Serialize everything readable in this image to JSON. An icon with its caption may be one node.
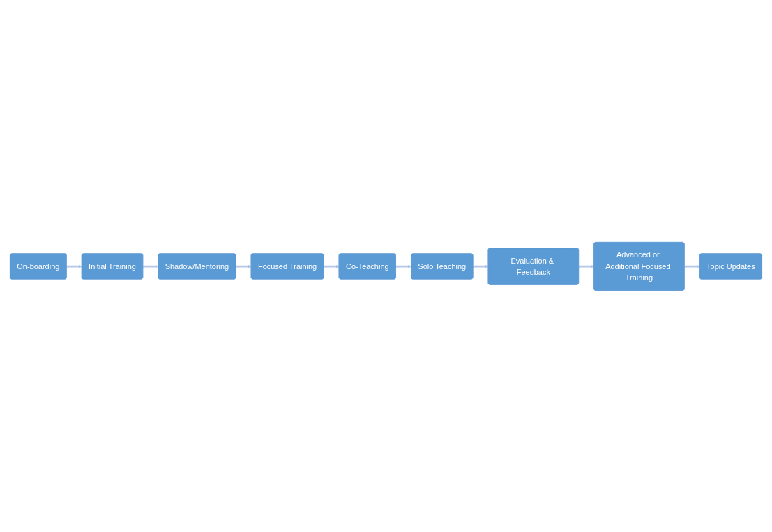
{
  "diagram": {
    "nodes": [
      {
        "text": [
          "On-boarding"
        ]
      },
      {
        "text": [
          "Initial Training"
        ]
      },
      {
        "text": [
          "Shadow/Mentoring"
        ]
      },
      {
        "text": [
          "Focused Training"
        ]
      },
      {
        "text": [
          "Co-Teaching"
        ]
      },
      {
        "text": [
          "Solo Teaching"
        ]
      },
      {
        "text": [
          "Evaluation & Feedback"
        ]
      },
      {
        "text": [
          "Advanced or Additional Focused Training"
        ]
      },
      {
        "text": [
          "Topic Updates"
        ]
      }
    ],
    "edges": [
      {
        "from": 0,
        "to": 1,
        "arrow": "to"
      },
      {
        "from": 1,
        "to": 2,
        "arrow": "to"
      },
      {
        "from": 2,
        "to": 3,
        "arrow": "to"
      },
      {
        "from": 3,
        "to": 4,
        "arrow": "to"
      },
      {
        "from": 4,
        "to": 5,
        "arrow": "to"
      },
      {
        "from": 5,
        "to": 6,
        "arrow": "to"
      },
      {
        "from": 6,
        "to": 7,
        "arrow": "to"
      },
      {
        "from": 7,
        "to": 8,
        "arrow": "to"
      }
    ]
  }
}
